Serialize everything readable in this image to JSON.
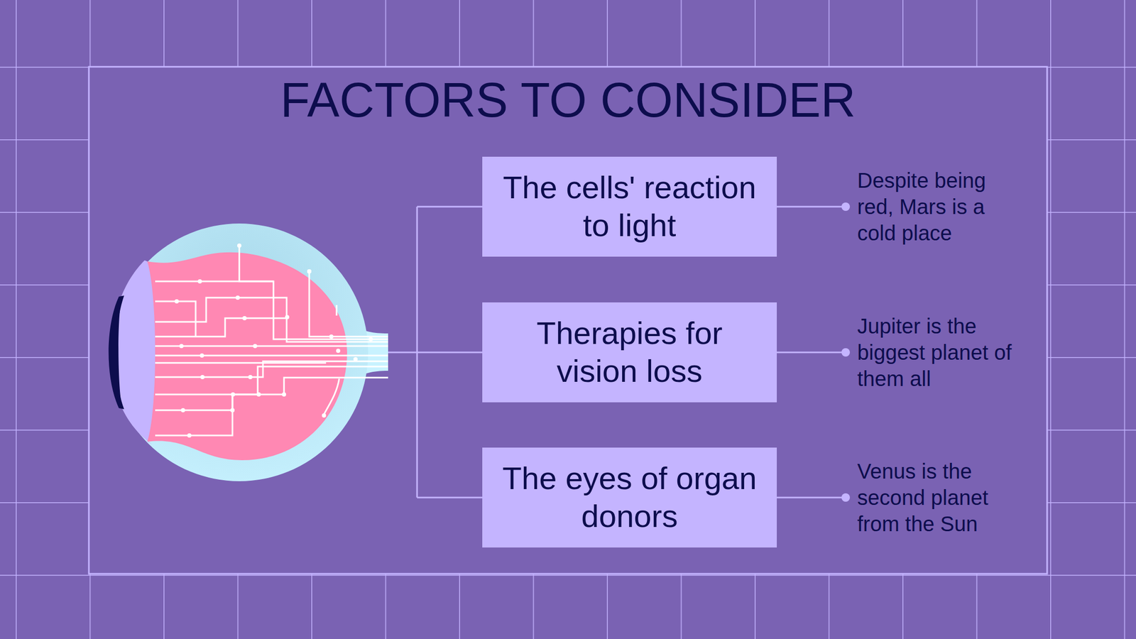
{
  "diagram": {
    "title": "FACTORS TO CONSIDER",
    "nodes": [
      {
        "text": [
          "The cells' reaction to light"
        ]
      },
      {
        "text": [
          "Therapies for vision loss"
        ]
      },
      {
        "text": [
          "The eyes of organ donors"
        ]
      }
    ],
    "labels": [
      "Despite being red, Mars is a cold place",
      "Jupiter is the biggest planet of them all",
      "Venus is the second planet from the Sun"
    ]
  }
}
